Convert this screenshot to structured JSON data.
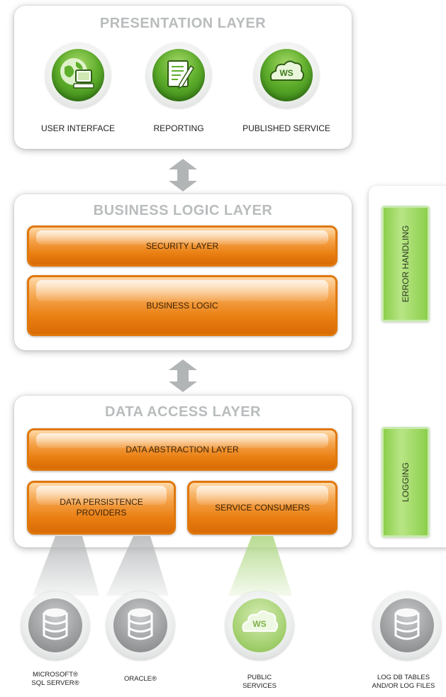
{
  "presentation": {
    "title": "PRESENTATION LAYER",
    "items": [
      {
        "label": "USER INTERFACE",
        "icon": "globe-computer-icon"
      },
      {
        "label": "REPORTING",
        "icon": "document-pencil-icon"
      },
      {
        "label": "PUBLISHED SERVICE",
        "icon": "ws-cloud-icon",
        "icon_text": "WS"
      }
    ]
  },
  "business": {
    "title": "BUSINESS LOGIC LAYER",
    "security": "SECURITY LAYER",
    "logic": "BUSINESS LOGIC"
  },
  "data_access": {
    "title": "DATA ACCESS LAYER",
    "abstraction": "DATA ABSTRACTION LAYER",
    "persistence_line1": "DATA PERSISTENCE",
    "persistence_line2": "PROVIDERS",
    "consumers": "SERVICE CONSUMERS"
  },
  "cross_cutting": {
    "error_handling": "ERROR HANDLING",
    "logging": "LOGGING"
  },
  "sources": [
    {
      "line1": "MICROSOFT®",
      "line2": "SQL SERVER®",
      "icon": "database-icon"
    },
    {
      "line1": "ORACLE®",
      "line2": "",
      "icon": "database-icon"
    },
    {
      "line1": "PUBLIC",
      "line2": "SERVICES",
      "icon": "ws-cloud-icon",
      "icon_text": "WS"
    },
    {
      "line1": "LOG DB TABLES",
      "line2": "AND/OR LOG FILES",
      "icon": "database-icon"
    }
  ],
  "colors": {
    "orange": "#ea7f12",
    "green": "#5fae2c",
    "light_green": "#8ccf4c",
    "title_gray": "#b9bcbd"
  }
}
